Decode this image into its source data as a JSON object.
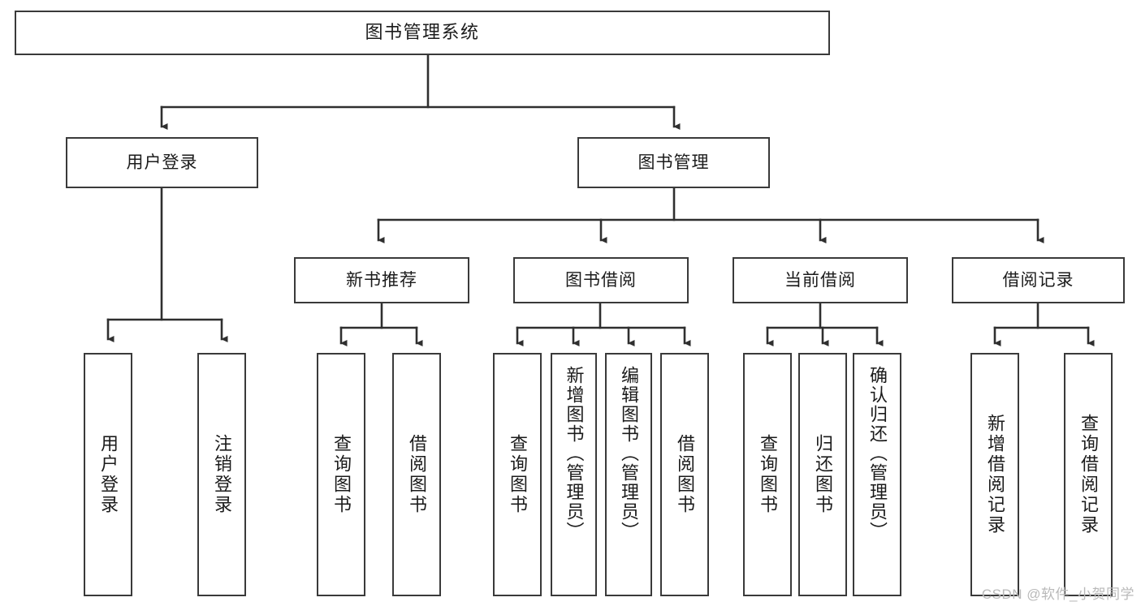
{
  "diagram": {
    "title": "图书管理系统",
    "type": "hierarchy-tree",
    "orientation": "top-down",
    "root": {
      "id": "root",
      "label": "图书管理系统"
    },
    "level2": [
      {
        "id": "user-login",
        "label": "用户登录"
      },
      {
        "id": "book-manage",
        "label": "图书管理"
      }
    ],
    "level3": [
      {
        "id": "new-book-recommend",
        "label": "新书推荐",
        "parent": "book-manage"
      },
      {
        "id": "book-borrow",
        "label": "图书借阅",
        "parent": "book-manage"
      },
      {
        "id": "current-borrow",
        "label": "当前借阅",
        "parent": "book-manage"
      },
      {
        "id": "borrow-record",
        "label": "借阅记录",
        "parent": "book-manage"
      }
    ],
    "leaves": {
      "user-login": [
        {
          "id": "leaf-user-login",
          "label": "用户登录"
        },
        {
          "id": "leaf-user-logout",
          "label": "注销登录"
        }
      ],
      "new-book-recommend": [
        {
          "id": "leaf-query-book-1",
          "label": "查询图书"
        },
        {
          "id": "leaf-borrow-book-1",
          "label": "借阅图书"
        }
      ],
      "book-borrow": [
        {
          "id": "leaf-query-book-2",
          "label": "查询图书"
        },
        {
          "id": "leaf-add-book",
          "label": "新增图书（管理员）"
        },
        {
          "id": "leaf-edit-book",
          "label": "编辑图书（管理员）"
        },
        {
          "id": "leaf-borrow-book-2",
          "label": "借阅图书"
        }
      ],
      "current-borrow": [
        {
          "id": "leaf-query-book-3",
          "label": "查询图书"
        },
        {
          "id": "leaf-return-book",
          "label": "归还图书"
        },
        {
          "id": "leaf-confirm-return",
          "label": "确认归还（管理员）"
        }
      ],
      "borrow-record": [
        {
          "id": "leaf-add-record",
          "label": "新增借阅记录"
        },
        {
          "id": "leaf-query-record",
          "label": "查询借阅记录"
        }
      ]
    }
  },
  "watermark": {
    "text": "CSDN @软件_小贺同学"
  },
  "colors": {
    "box_border": "#3a3a3a",
    "box_fill": "#ffffff",
    "connector": "#2f2f2f",
    "text": "#1b1b1b",
    "watermark": "#b9b9b9",
    "background": "#ffffff"
  }
}
